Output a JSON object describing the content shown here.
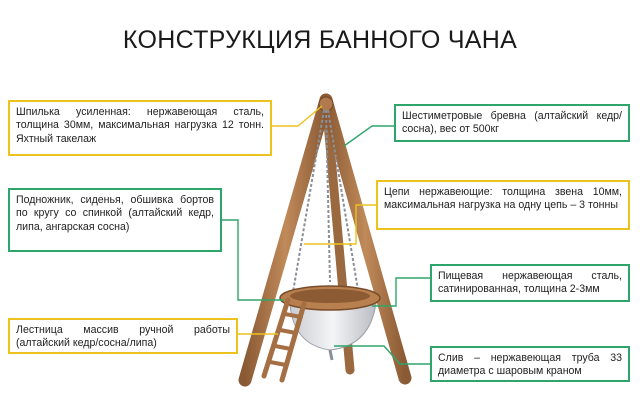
{
  "title": "КОНСТРУКЦИЯ БАННОГО ЧАНА",
  "colors": {
    "yellow": "#ecc21f",
    "green": "#2ea56a",
    "wood": "#a9744a",
    "chain": "#8b8f96"
  },
  "callouts": [
    {
      "id": "stud",
      "color": "yellow",
      "text": "Шпилька усиленная: нержавеющая сталь, толщина 30мм, максимальная нагрузка 12 тонн. Яхтный такелаж"
    },
    {
      "id": "logs",
      "color": "green",
      "text": "Шестиметровые бревна (алтайский кедр/сосна), вес от 500кг"
    },
    {
      "id": "stand",
      "color": "green",
      "text": "Подножник, сиденья, обшивка бортов по кругу со спинкой (алтайский кедр, липа, ангарская сосна)"
    },
    {
      "id": "chains",
      "color": "yellow",
      "text": "Цепи нержавеющие: толщина звена 10мм, максимальная нагрузка на одну цепь – 3 тонны"
    },
    {
      "id": "steel",
      "color": "green",
      "text": "Пищевая нержавеющая сталь, сатинированная, толщина 2-3мм"
    },
    {
      "id": "ladder",
      "color": "yellow",
      "text": "Лестница массив ручной работы (алтайский кедр/сосна/липа)"
    },
    {
      "id": "drain",
      "color": "green",
      "text": "Слив – нержавеющая труба 33 диаметра с шаровым краном"
    }
  ]
}
